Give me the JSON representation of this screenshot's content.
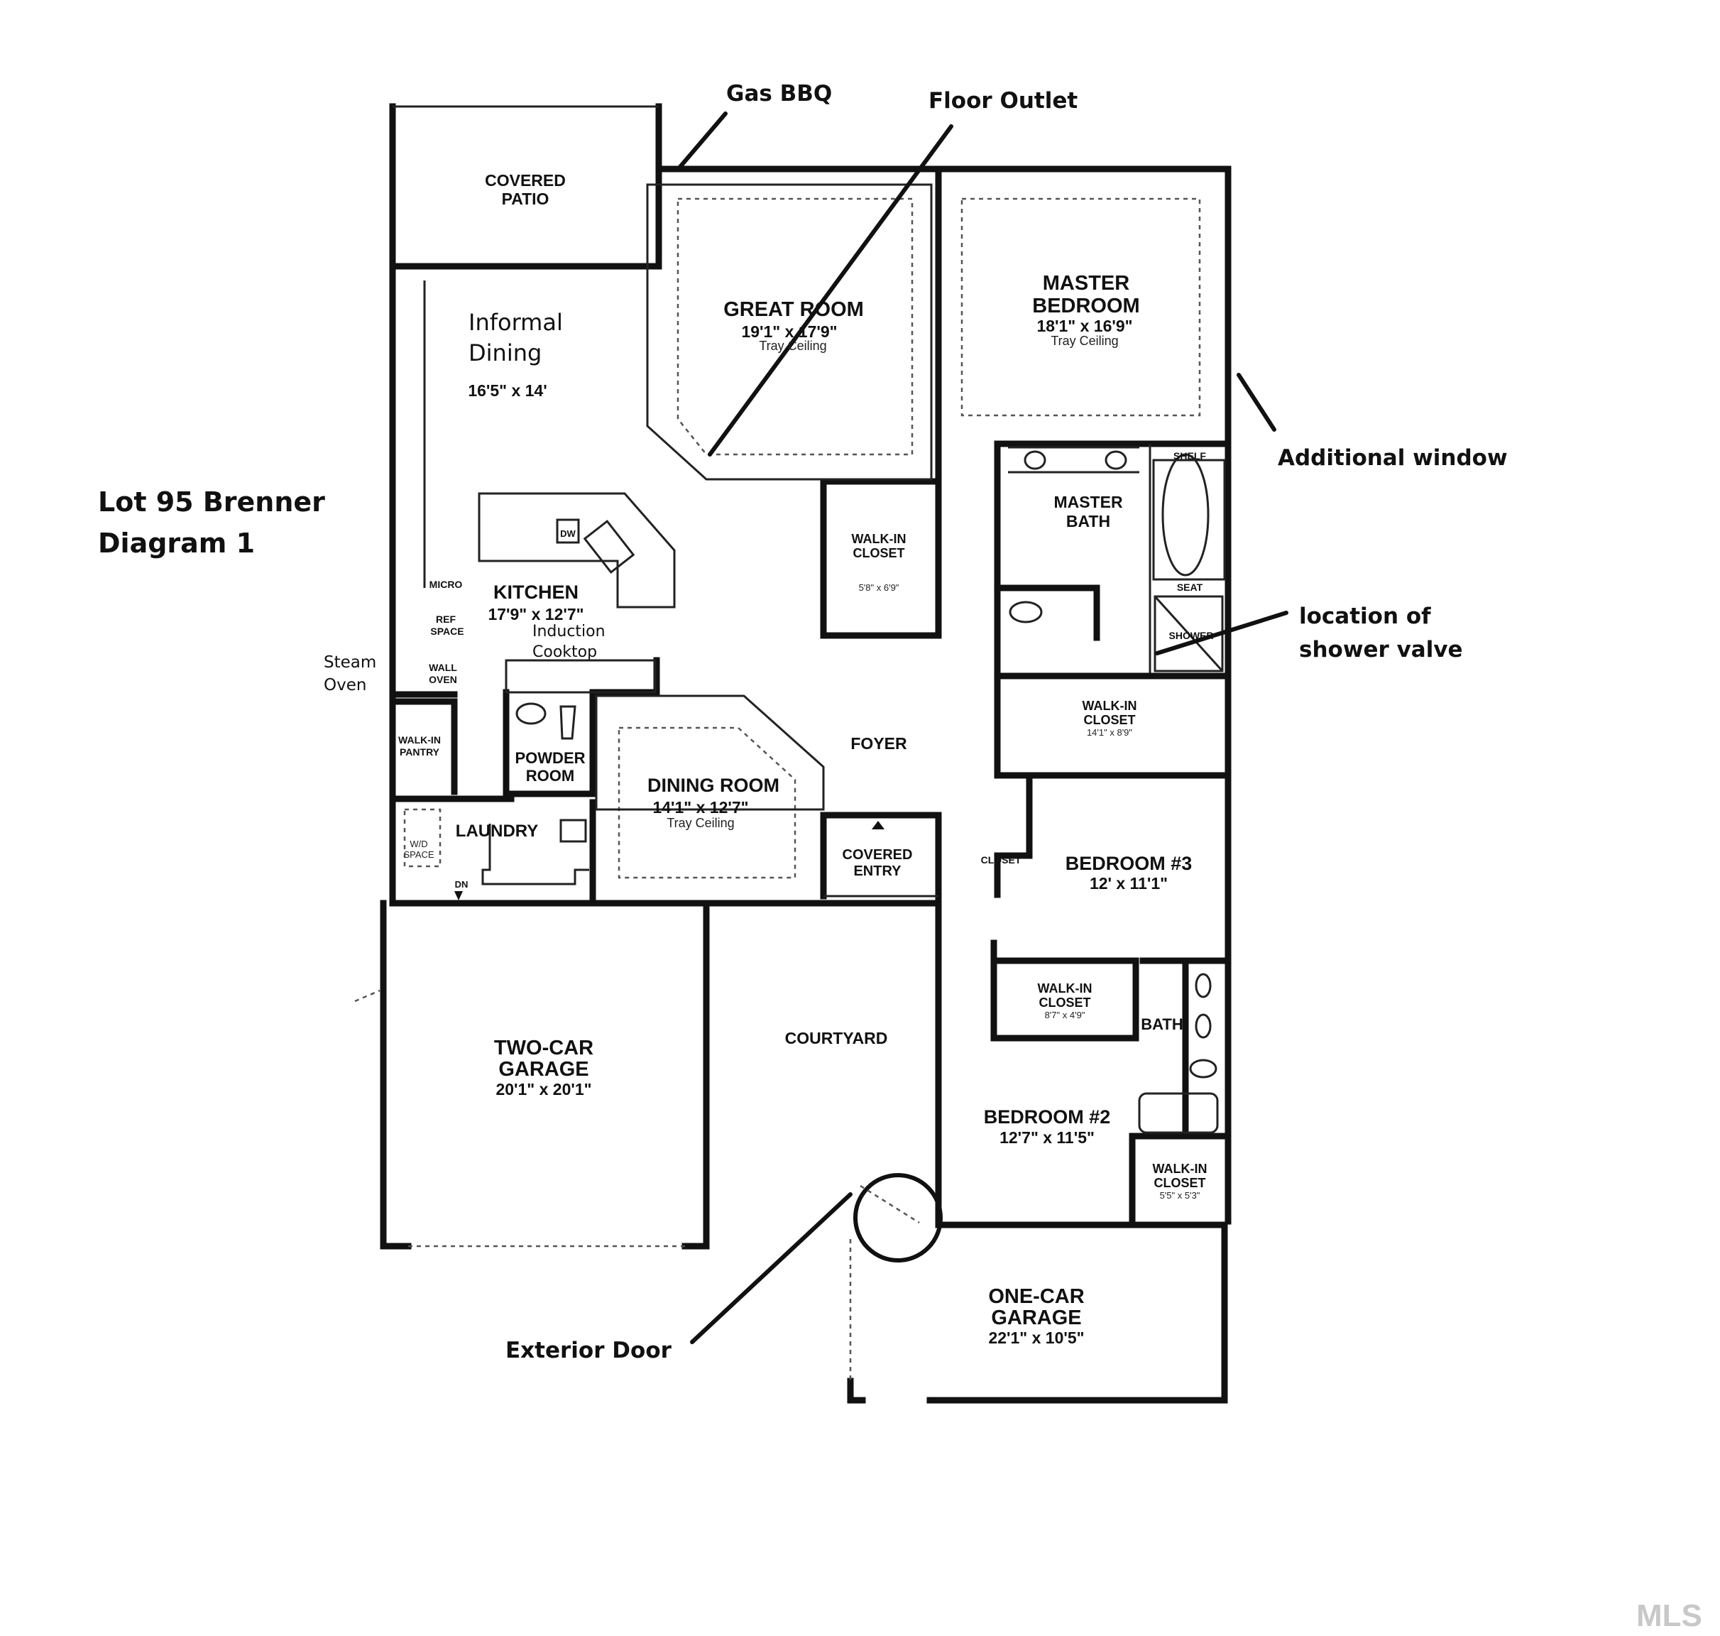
{
  "title": {
    "line1": "Lot 95 Brenner",
    "line2": "Diagram 1"
  },
  "annotations": {
    "gas_bbq": "Gas BBQ",
    "floor_outlet": "Floor Outlet",
    "additional_window": "Additional window",
    "shower_valve_line1": "location of",
    "shower_valve_line2": "shower valve",
    "exterior_door": "Exterior Door"
  },
  "handwritten": {
    "informal_1": "Informal",
    "informal_2": "Dining",
    "steam_1": "Steam",
    "steam_2": "Oven",
    "induction_1": "Induction",
    "induction_2": "Cooktop"
  },
  "rooms": {
    "covered_patio": {
      "line1": "COVERED",
      "line2": "PATIO"
    },
    "informal_dining_dim": "16'5\" x 14'",
    "great_room": {
      "name": "GREAT ROOM",
      "dim": "19'1\" x 17'9\"",
      "note": "Tray Ceiling"
    },
    "master_bedroom": {
      "line1": "MASTER",
      "line2": "BEDROOM",
      "dim": "18'1\" x 16'9\"",
      "note": "Tray Ceiling"
    },
    "walk_in_closet_great": {
      "line1": "WALK-IN",
      "line2": "CLOSET",
      "dim": "5'8\" x 6'9\""
    },
    "master_bath": {
      "line1": "MASTER",
      "line2": "BATH",
      "shelf": "SHELF",
      "seat": "SEAT",
      "shower": "SHOWER"
    },
    "master_closet": {
      "line1": "WALK-IN",
      "line2": "CLOSET",
      "dim": "14'1\" x 8'9\""
    },
    "kitchen": {
      "name": "KITCHEN",
      "dim": "17'9\" x 12'7\"",
      "dw": "DW",
      "micro": "MICRO",
      "ref1": "REF",
      "ref2": "SPACE",
      "oven1": "WALL",
      "oven2": "OVEN"
    },
    "pantry": {
      "line1": "WALK-IN",
      "line2": "PANTRY"
    },
    "powder": {
      "line1": "POWDER",
      "line2": "ROOM"
    },
    "dining": {
      "name": "DINING ROOM",
      "dim": "14'1\" x 12'7\"",
      "note": "Tray Ceiling"
    },
    "foyer": "FOYER",
    "covered_entry": {
      "line1": "COVERED",
      "line2": "ENTRY"
    },
    "laundry": {
      "name": "LAUNDRY",
      "wd1": "W/D",
      "wd2": "SPACE",
      "dn": "DN"
    },
    "closet": "CLOSET",
    "bedroom3": {
      "name": "BEDROOM #3",
      "dim": "12' x 11'1\""
    },
    "walk_in_closet_b3": {
      "line1": "WALK-IN",
      "line2": "CLOSET",
      "dim": "8'7\" x 4'9\""
    },
    "bath": "BATH",
    "two_car": {
      "line1": "TWO-CAR",
      "line2": "GARAGE",
      "dim": "20'1\" x 20'1\""
    },
    "courtyard": "COURTYARD",
    "bedroom2": {
      "name": "BEDROOM #2",
      "dim": "12'7\" x 11'5\""
    },
    "walk_in_closet_b2": {
      "line1": "WALK-IN",
      "line2": "CLOSET",
      "dim": "5'5\" x 5'3\""
    },
    "one_car": {
      "line1": "ONE-CAR",
      "line2": "GARAGE",
      "dim": "22'1\" x 10'5\""
    }
  },
  "watermark": "MLS"
}
